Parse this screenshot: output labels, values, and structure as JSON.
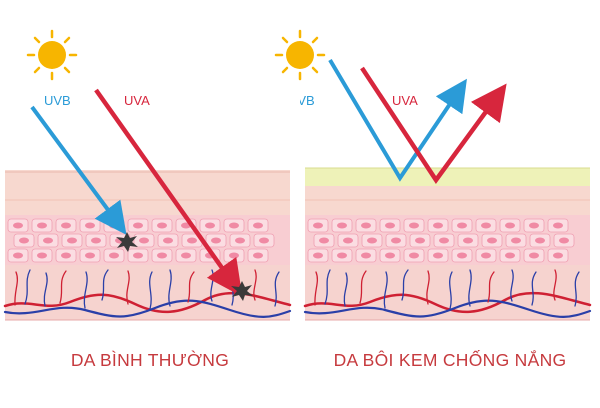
{
  "panels": [
    {
      "caption": "DA BÌNH THƯỜNG",
      "uvb_label": "UVB",
      "uva_label": "UVA",
      "has_sunscreen_layer": false
    },
    {
      "caption": "DA BÔI KEM CHỐNG NẮNG",
      "uvb_label": "UVB",
      "uva_label": "UVA",
      "has_sunscreen_layer": true
    }
  ],
  "colors": {
    "uvb": "#2b9bd7",
    "uva": "#d7263d",
    "sun": "#f7b500",
    "caption": "#c63a3e",
    "sunscreen": "#eef2b8",
    "epidermis_top": "#f7d8cf",
    "cell": "#f3a7b9",
    "cell_layer_bg": "#f8cdd2",
    "dermis": "#f6d3cf",
    "vessel_blue": "#2a3fa8",
    "vessel_red": "#cf2033"
  }
}
